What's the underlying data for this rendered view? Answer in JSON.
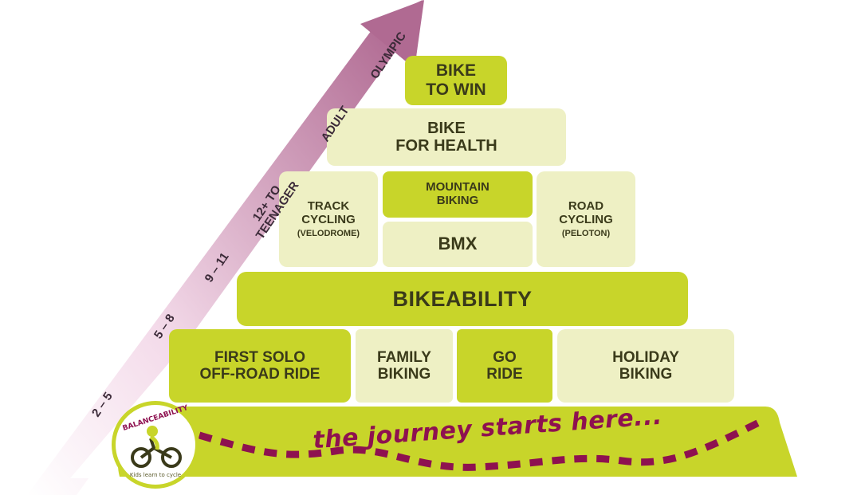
{
  "pyramid": {
    "bike_to_win": "BIKE\nTO WIN",
    "bike_for_health": "BIKE\nFOR HEALTH",
    "track_cycling": "TRACK\nCYCLING",
    "track_cycling_sub": "(VELODROME)",
    "mountain_biking": "MOUNTAIN\nBIKING",
    "bmx": "BMX",
    "road_cycling": "ROAD\nCYCLING",
    "road_cycling_sub": "(PELOTON)",
    "bikeability": "BIKEABILITY",
    "first_solo": "FIRST SOLO\nOFF-ROAD RIDE",
    "family_biking": "FAMILY\nBIKING",
    "go_ride": "GO\nRIDE",
    "holiday_biking": "HOLIDAY\nBIKING",
    "journey": "the journey starts here..."
  },
  "arrow": {
    "ages": [
      "2 – 5",
      "5 – 8",
      "9 – 11",
      "12+ TO\nTEENAGER",
      "ADULT",
      "OLYMPIC"
    ]
  },
  "logo": {
    "word": "BALANCEABILITY",
    "tagline": "Kids learn to cycle",
    "icon": "cyclist-icon"
  },
  "colors": {
    "lime": "#c8d52a",
    "pale": "#eef0c4",
    "magenta": "#8e1150",
    "arrow_light": "#f4dbea",
    "arrow_dark": "#b06a92"
  }
}
